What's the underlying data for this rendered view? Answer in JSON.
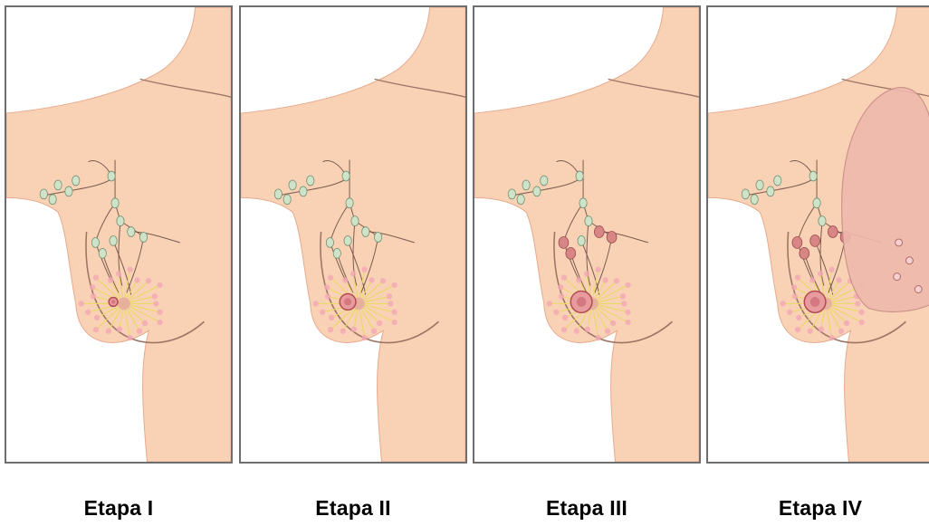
{
  "stages": [
    {
      "label": "Etapa I",
      "tumor": "small",
      "affected_nodes": 0,
      "metastasis": false
    },
    {
      "label": "Etapa II",
      "tumor": "medium",
      "affected_nodes": 0,
      "metastasis": false
    },
    {
      "label": "Etapa III",
      "tumor": "large",
      "affected_nodes": 4,
      "metastasis": false
    },
    {
      "label": "Etapa IV",
      "tumor": "large",
      "affected_nodes": 5,
      "metastasis": true
    }
  ],
  "colors": {
    "skin": "#f9d2b6",
    "outline": "#e7a98c",
    "node_normal": "#cfe3c9",
    "node_affected": "#d88586",
    "vessel": "#7a5a4d",
    "duct": "#e9d86a",
    "lobule": "#f2a7b6",
    "tumor": "#e89b9c",
    "lung": "#efb9ad",
    "border": "#6e6e6e"
  }
}
